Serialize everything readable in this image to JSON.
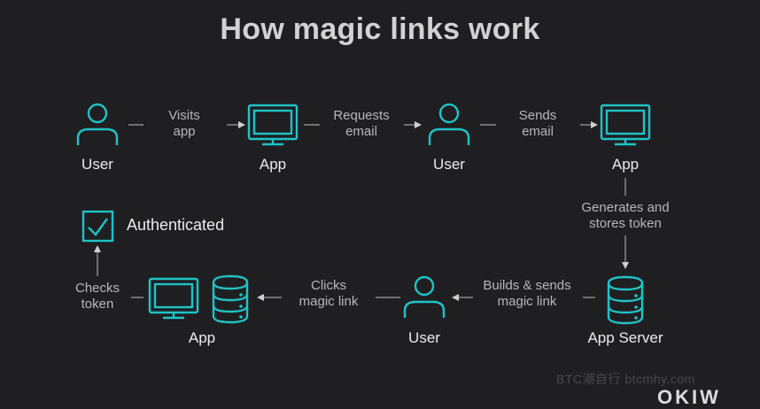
{
  "title": "How magic links work",
  "nodes": {
    "user1": "User",
    "app1": "App",
    "user2": "User",
    "app2": "App",
    "app_server": "App Server",
    "user3": "User",
    "app3": "App",
    "authenticated": "Authenticated"
  },
  "steps": {
    "visits_app": [
      "Visits",
      "app"
    ],
    "requests_email": [
      "Requests",
      "email"
    ],
    "sends_email": [
      "Sends",
      "email"
    ],
    "generates_token": [
      "Generates and",
      "stores token"
    ],
    "builds_sends": [
      "Builds & sends",
      "magic link"
    ],
    "clicks_link": [
      "Clicks",
      "magic link"
    ],
    "checks_token": [
      "Checks",
      "token"
    ]
  },
  "watermark": "BTC潮自行 btcmhy.com",
  "brand": "OKIW",
  "colors": {
    "icon": "#1fc3c8",
    "background": "#1f1f21",
    "text": "#ececec"
  },
  "icons": {
    "user": "user-icon",
    "monitor": "monitor-icon",
    "database": "database-icon",
    "check": "checkbox-check-icon"
  }
}
